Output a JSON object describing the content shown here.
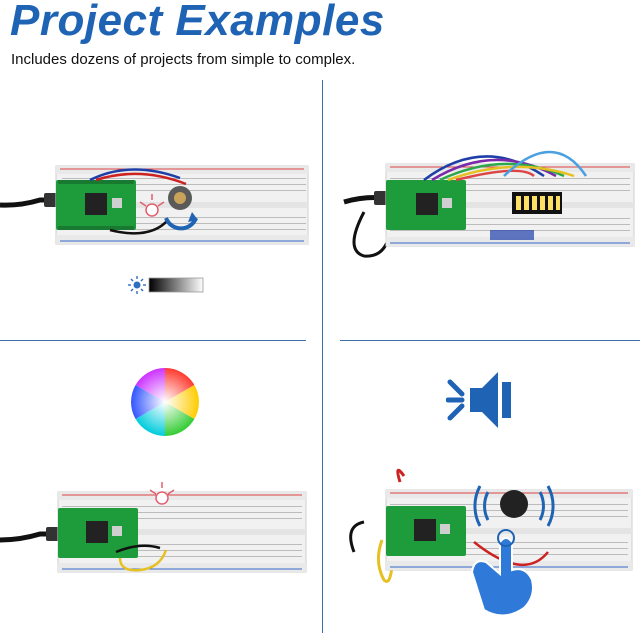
{
  "header": {
    "title": "Project Examples",
    "subtitle": "Includes dozens of projects from simple to complex."
  },
  "panels": [
    {
      "id": "potentiometer-led",
      "icon": "brightness-gradient-icon"
    },
    {
      "id": "led-bar-graph",
      "icon": "led-bar-graph-icon"
    },
    {
      "id": "rgb-led",
      "icon": "color-wheel-icon"
    },
    {
      "id": "touch-buzzer",
      "icon": "speaker-sound-icon"
    }
  ],
  "colors": {
    "accent": "#1f63b4",
    "breadboard": "#f2f2f2",
    "pico_green": "#1e9c3c"
  }
}
